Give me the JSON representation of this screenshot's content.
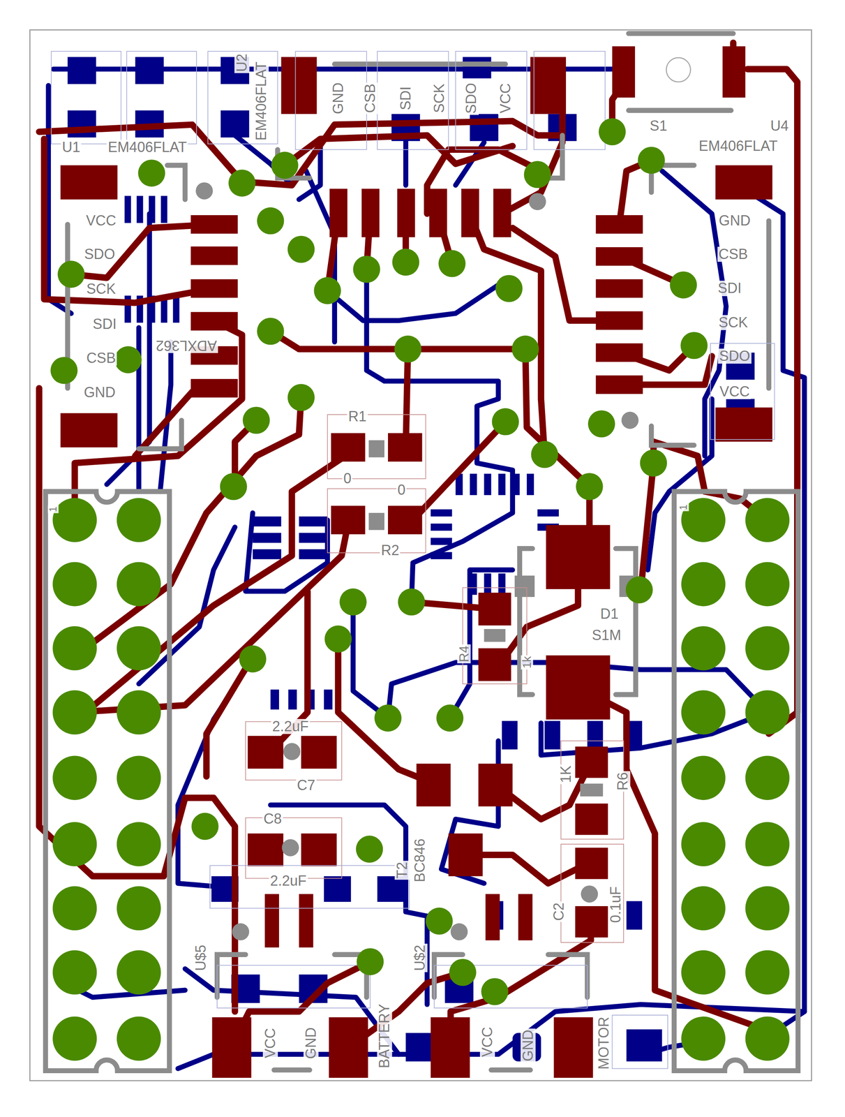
{
  "diagram": {
    "labels": [
      "U2",
      "EM406FLAT",
      "GND",
      "CSB",
      "SDI",
      "SCK",
      "SDO",
      "VCC",
      "S1",
      "U4",
      "EM406FLAT",
      "U1",
      "EM406FLAT",
      "VCC",
      "SDO",
      "SCK",
      "SDI",
      "CSB",
      "GND",
      "ADXL362",
      "GND",
      "CSB",
      "SDI",
      "SCK",
      "SDO",
      "VCC",
      "R1",
      "0",
      "0",
      "R2",
      "D1",
      "S1M",
      "R4",
      "1k",
      "2.2uF",
      "C7",
      "C8",
      "2.2uF",
      "1K",
      "R6",
      "T2",
      "BC846",
      "C2",
      "0.1uF",
      "U$5",
      "U$2",
      "VCC",
      "GND",
      "BATTERY",
      "VCC",
      "GND",
      "MOTOR",
      "1",
      "1"
    ]
  }
}
